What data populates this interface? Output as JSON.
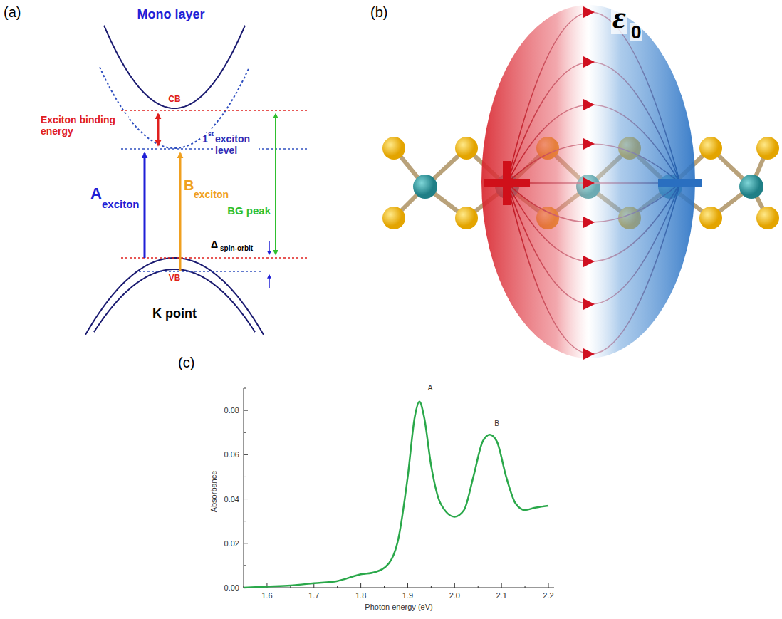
{
  "diagram": {
    "labels": [
      "(a)",
      "Mono layer",
      "CB",
      "Exciton binding energy",
      "1",
      "st",
      "exciton level",
      "A",
      "exciton",
      "B",
      "exciton",
      "BG peak",
      "Δ",
      "spin-orbit",
      "VB",
      "K point",
      "(b)",
      "ε",
      "0",
      "(c)",
      "0.08",
      "0.06",
      "0.04",
      "0.02",
      "0.00",
      "1.6",
      "1.7",
      "1.8",
      "1.9",
      "2.0",
      "2.1",
      "2.2",
      "Absorbance",
      "Photon energy (eV)",
      "A",
      "B"
    ]
  }
}
